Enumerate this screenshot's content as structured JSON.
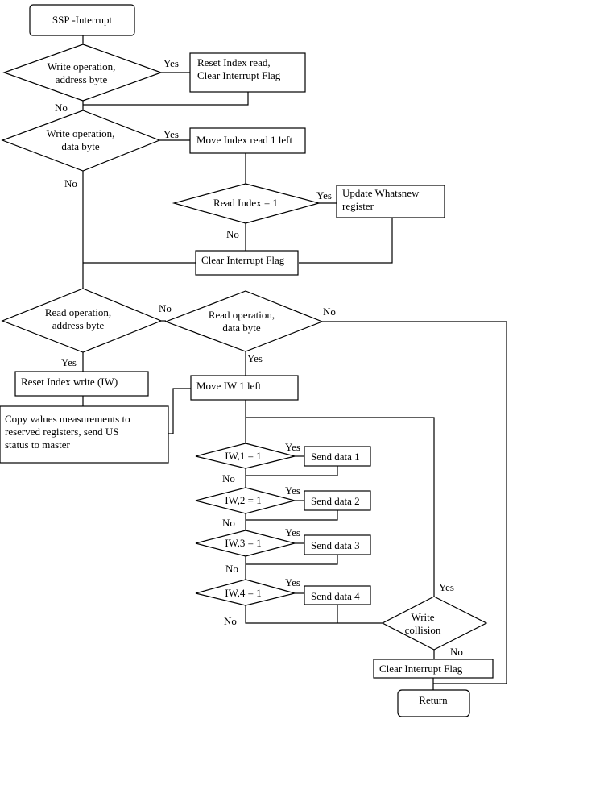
{
  "start": "SSP -Interrupt",
  "end": "Return",
  "decisions": {
    "write_address": [
      "Write operation,",
      "address byte"
    ],
    "write_data": [
      "Write operation,",
      "data byte"
    ],
    "read_index": [
      "Read Index = 1"
    ],
    "read_address": [
      "Read operation,",
      "address byte"
    ],
    "read_data": [
      "Read operation,",
      "data byte"
    ],
    "iw1": [
      "IW,1 = 1"
    ],
    "iw2": [
      "IW,2 = 1"
    ],
    "iw3": [
      "IW,3 = 1"
    ],
    "iw4": [
      "IW,4 = 1"
    ],
    "write_collision": [
      "Write",
      "collision"
    ]
  },
  "processes": {
    "reset_index_read": [
      "Reset Index read,",
      "Clear Interrupt Flag"
    ],
    "move_index_read": [
      "Move Index read 1 left"
    ],
    "update_whatsnew": [
      "Update Whatsnew",
      "register"
    ],
    "clear_flag_1": [
      "Clear Interrupt Flag"
    ],
    "reset_index_write": [
      "Reset Index write (IW)"
    ],
    "copy_values": [
      "Copy values measurements to",
      "reserved registers, send US",
      "status to master"
    ],
    "move_iw": [
      "Move IW 1 left"
    ],
    "send_data_1": [
      "Send data 1"
    ],
    "send_data_2": [
      "Send data 2"
    ],
    "send_data_3": [
      "Send data 3"
    ],
    "send_data_4": [
      "Send data 4"
    ],
    "clear_flag_2": [
      "Clear Interrupt Flag"
    ]
  },
  "labels": {
    "yes": "Yes",
    "no": "No"
  }
}
